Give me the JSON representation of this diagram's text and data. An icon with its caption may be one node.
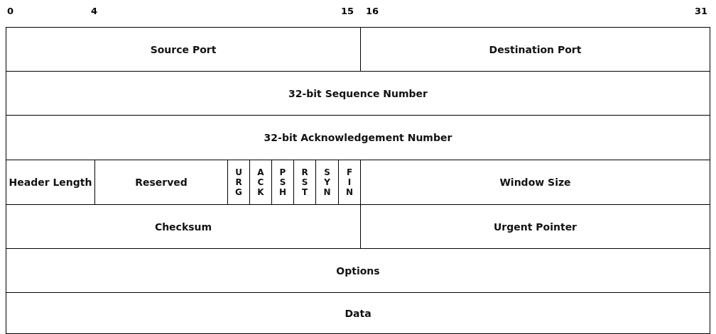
{
  "diagram": {
    "nodes": [
      {
        "text": [
          "Source Port"
        ]
      },
      {
        "text": [
          "Destination Port"
        ]
      },
      {
        "text": [
          "32-bit Sequence Number"
        ]
      },
      {
        "text": [
          "32-bit Acknowledgement Number"
        ]
      },
      {
        "text": [
          "Header Length"
        ]
      },
      {
        "text": [
          "Reserved"
        ]
      },
      {
        "text": [
          "U R G"
        ]
      },
      {
        "text": [
          "A C K"
        ]
      },
      {
        "text": [
          "P S H"
        ]
      },
      {
        "text": [
          "R S T"
        ]
      },
      {
        "text": [
          "S Y N"
        ]
      },
      {
        "text": [
          "F I N"
        ]
      },
      {
        "text": [
          "Window Size"
        ]
      },
      {
        "text": [
          "Checksum"
        ]
      },
      {
        "text": [
          "Urgent Pointer"
        ]
      },
      {
        "text": [
          "Options"
        ]
      },
      {
        "text": [
          "Data"
        ]
      }
    ],
    "labels": [
      "0",
      "4",
      "15",
      "16",
      "31"
    ]
  }
}
